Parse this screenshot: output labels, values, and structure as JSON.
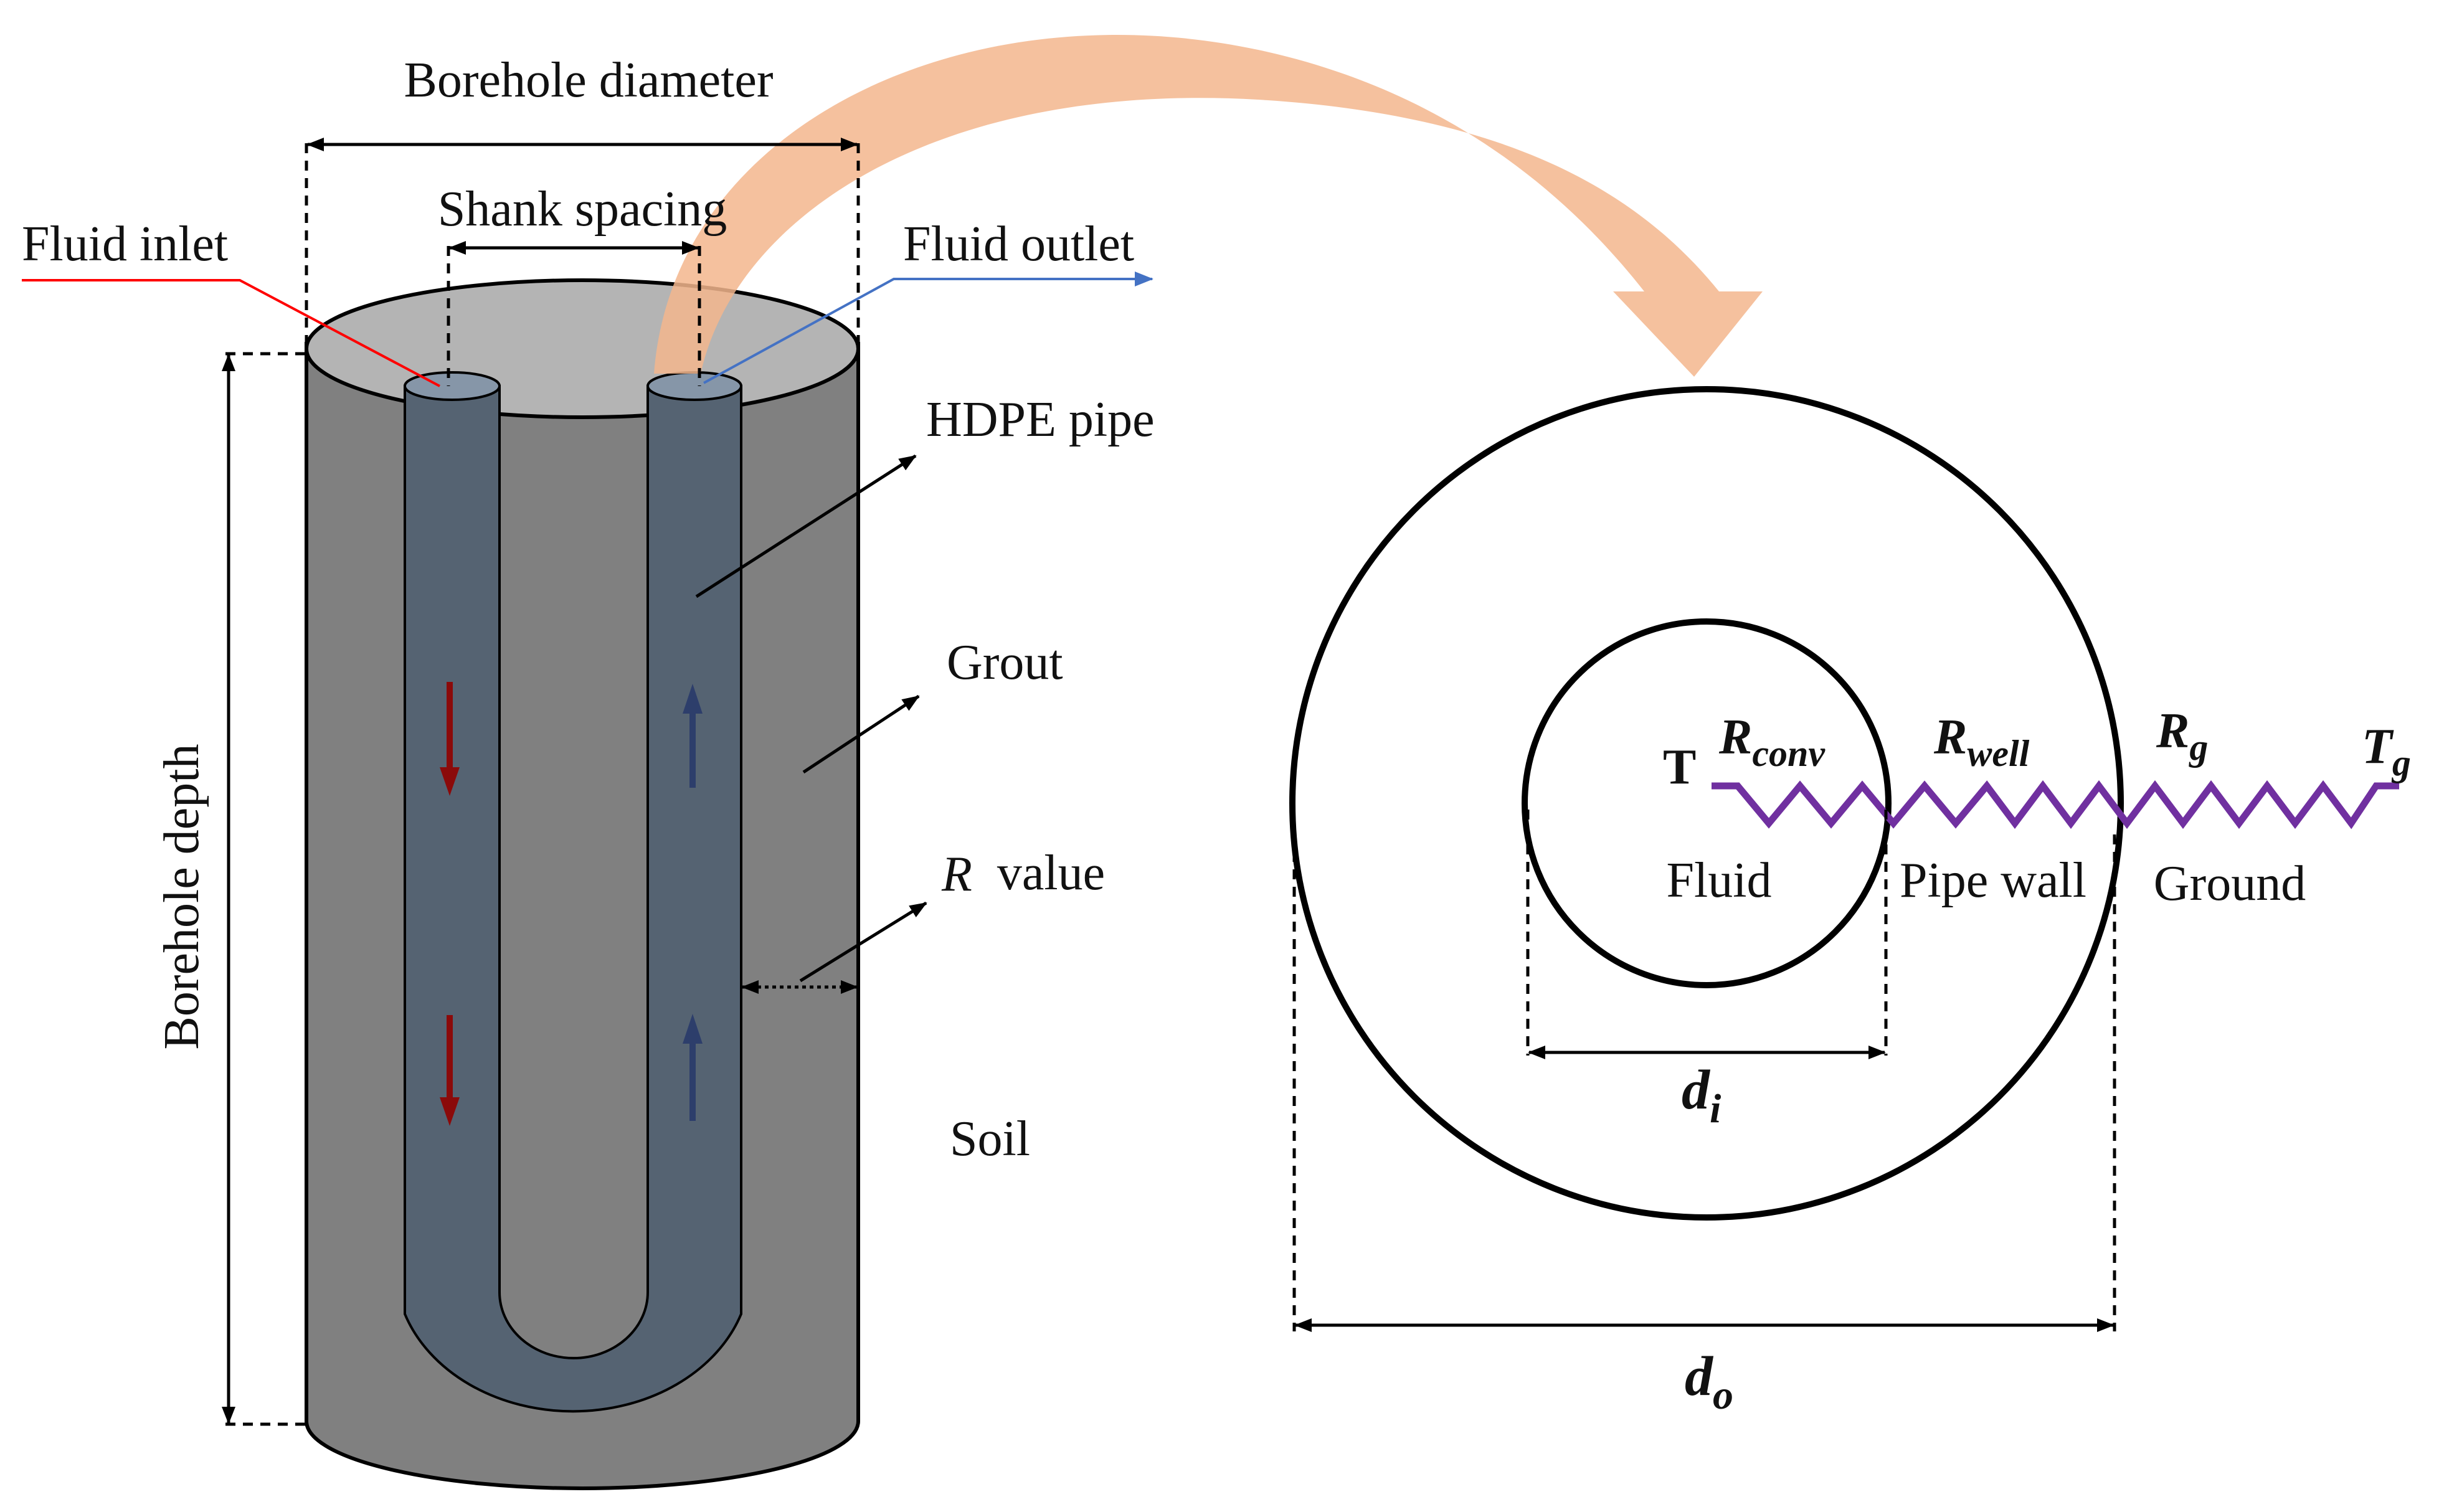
{
  "left": {
    "borehole_diameter": "Borehole diameter",
    "shank_spacing": "Shank spacing",
    "fluid_inlet": "Fluid inlet",
    "fluid_outlet": "Fluid outlet",
    "hdpe_pipe": "HDPE pipe",
    "grout": "Grout",
    "r_symbol": "R",
    "r_value": "value",
    "soil": "Soil",
    "borehole_depth": "Borehole depth"
  },
  "right": {
    "t_fluid": "T",
    "r_conv": {
      "base": "R",
      "sub": "conv"
    },
    "r_well": {
      "base": "R",
      "sub": "well"
    },
    "r_g": {
      "base": "R",
      "sub": "g"
    },
    "t_g": {
      "base": "T",
      "sub": "g"
    },
    "fluid": "Fluid",
    "pipe_wall": "Pipe wall",
    "ground": "Ground",
    "d_i": {
      "base": "d",
      "sub": "i"
    },
    "d_o": {
      "base": "d",
      "sub": "o"
    }
  },
  "colors": {
    "soil": "#808080",
    "grout_top": "#b4b4b4",
    "pipe": "#556372",
    "pipe_top": "#8696a8",
    "inlet": "#ff0000",
    "outlet": "#4472c4",
    "down_arrow": "#8b0a0a",
    "up_arrow": "#2d3e6b",
    "big_arrow": "#f3b68d",
    "resistor": "#7030a0"
  }
}
